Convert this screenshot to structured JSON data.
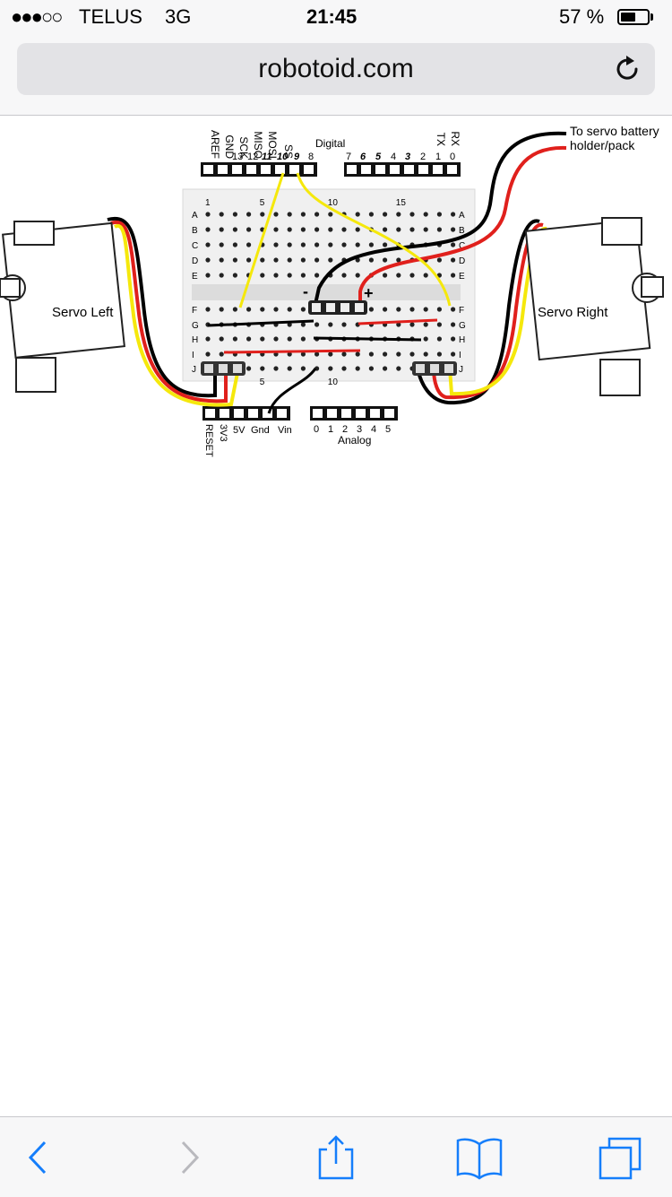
{
  "status_bar": {
    "signal": "●●●○○",
    "carrier": "TELUS",
    "network": "3G",
    "time": "21:45",
    "battery_pct": "57 %",
    "battery_level": 0.57
  },
  "browser": {
    "url": "robotoid.com",
    "reload_icon": "reload-icon"
  },
  "diagram": {
    "digital_header_label": "Digital",
    "digital_pins_left": [
      "AREF",
      "GND",
      "SCK",
      "MISO",
      "MOSI",
      "SS"
    ],
    "digital_pins_right": [
      "TX",
      "RX"
    ],
    "digital_numbers": [
      "13",
      "12",
      "11",
      "10",
      "9",
      "8",
      "7",
      "6",
      "5",
      "4",
      "3",
      "2",
      "1",
      "0"
    ],
    "row_letters": [
      "A",
      "B",
      "C",
      "D",
      "E",
      "F",
      "G",
      "H",
      "I",
      "J"
    ],
    "column_numbers": [
      "1",
      "5",
      "10",
      "15"
    ],
    "rail_minus": "-",
    "rail_plus": "+",
    "power_pins": [
      "RESET",
      "3V3",
      "5V",
      "Gnd",
      "Vin"
    ],
    "analog_numbers": [
      "0",
      "1",
      "2",
      "3",
      "4",
      "5"
    ],
    "analog_label": "Analog",
    "servo_left_label": "Servo Left",
    "servo_right_label": "Servo Right",
    "battery_note_line1": "To servo battery",
    "battery_note_line2": "holder/pack",
    "wire_colors": {
      "black": "#000000",
      "red": "#e0201c",
      "yellow": "#f5e80c"
    }
  },
  "toolbar": {
    "back_icon": "chevron-left-icon",
    "forward_icon": "chevron-right-icon",
    "share_icon": "share-icon",
    "bookmarks_icon": "book-icon",
    "tabs_icon": "tabs-icon",
    "accent_color": "#157efb",
    "disabled_color": "#b9b9be"
  }
}
